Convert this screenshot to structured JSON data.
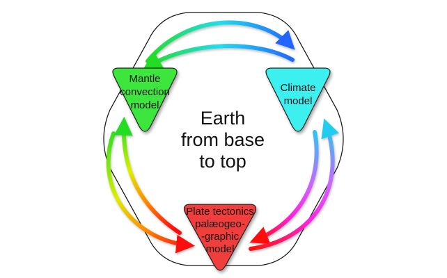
{
  "center_text": [
    "Earth",
    "from base",
    "to top"
  ],
  "nodes": {
    "mantle": {
      "lines": [
        "Mantle",
        "convection",
        "model"
      ],
      "color": "#3ee63e"
    },
    "climate": {
      "lines": [
        "Climate",
        "model"
      ],
      "color": "#3ef0f0"
    },
    "plate": {
      "lines": [
        "Plate tectonics",
        "palæogeo-",
        "-graphic",
        "model"
      ],
      "color": "#f23c3c"
    }
  },
  "arrow_colors": {
    "green": "#22dd22",
    "cyan": "#22ddee",
    "blue": "#2266ff",
    "yellow": "#ddee00",
    "orange": "#ff8800",
    "red": "#ff1111",
    "magenta": "#ff22dd",
    "violet": "#cc66ff"
  },
  "icons": {
    "frame": "hexagon-outline",
    "arrows": "curved-double-arrows"
  }
}
